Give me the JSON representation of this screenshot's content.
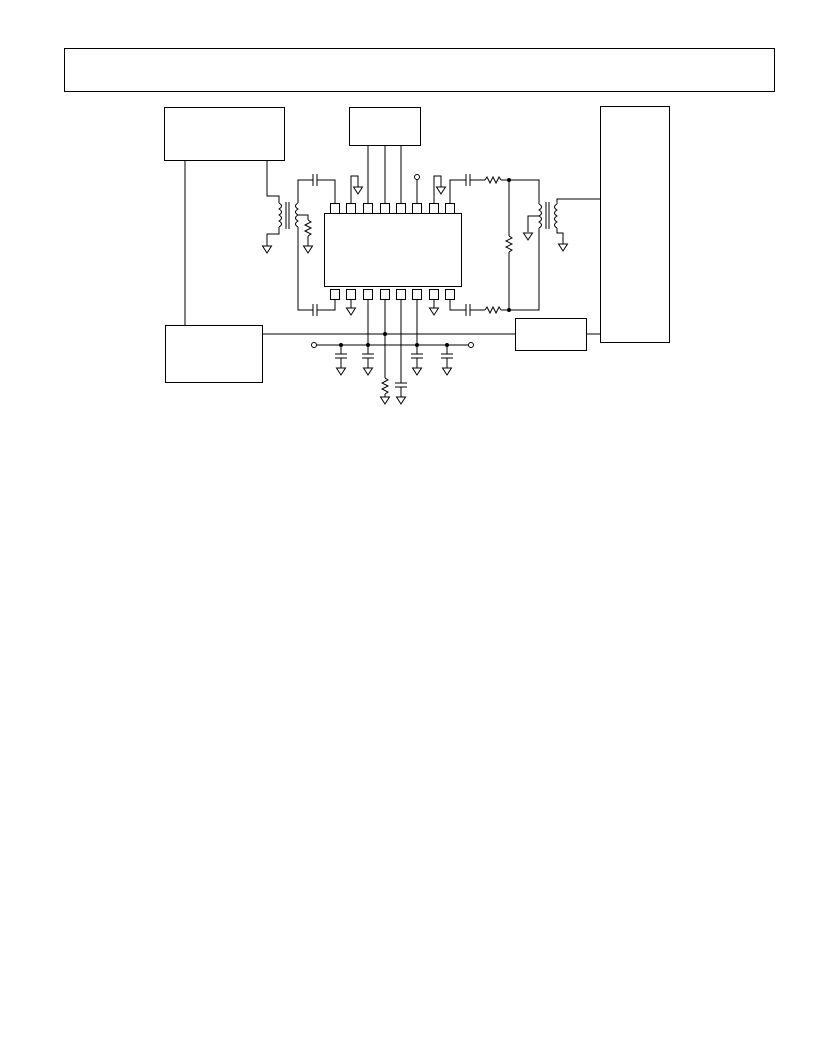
{
  "header": {
    "title": ""
  },
  "diagram": {
    "blocks": [
      {
        "id": "block-top-left",
        "label": ""
      },
      {
        "id": "block-top-center",
        "label": ""
      },
      {
        "id": "block-right-tall",
        "label": ""
      },
      {
        "id": "block-bottom-left",
        "label": ""
      },
      {
        "id": "block-bottom-right-small",
        "label": ""
      },
      {
        "id": "ic-chip",
        "label": ""
      }
    ],
    "ic": {
      "top_pins": 8,
      "bottom_pins": 8
    }
  }
}
